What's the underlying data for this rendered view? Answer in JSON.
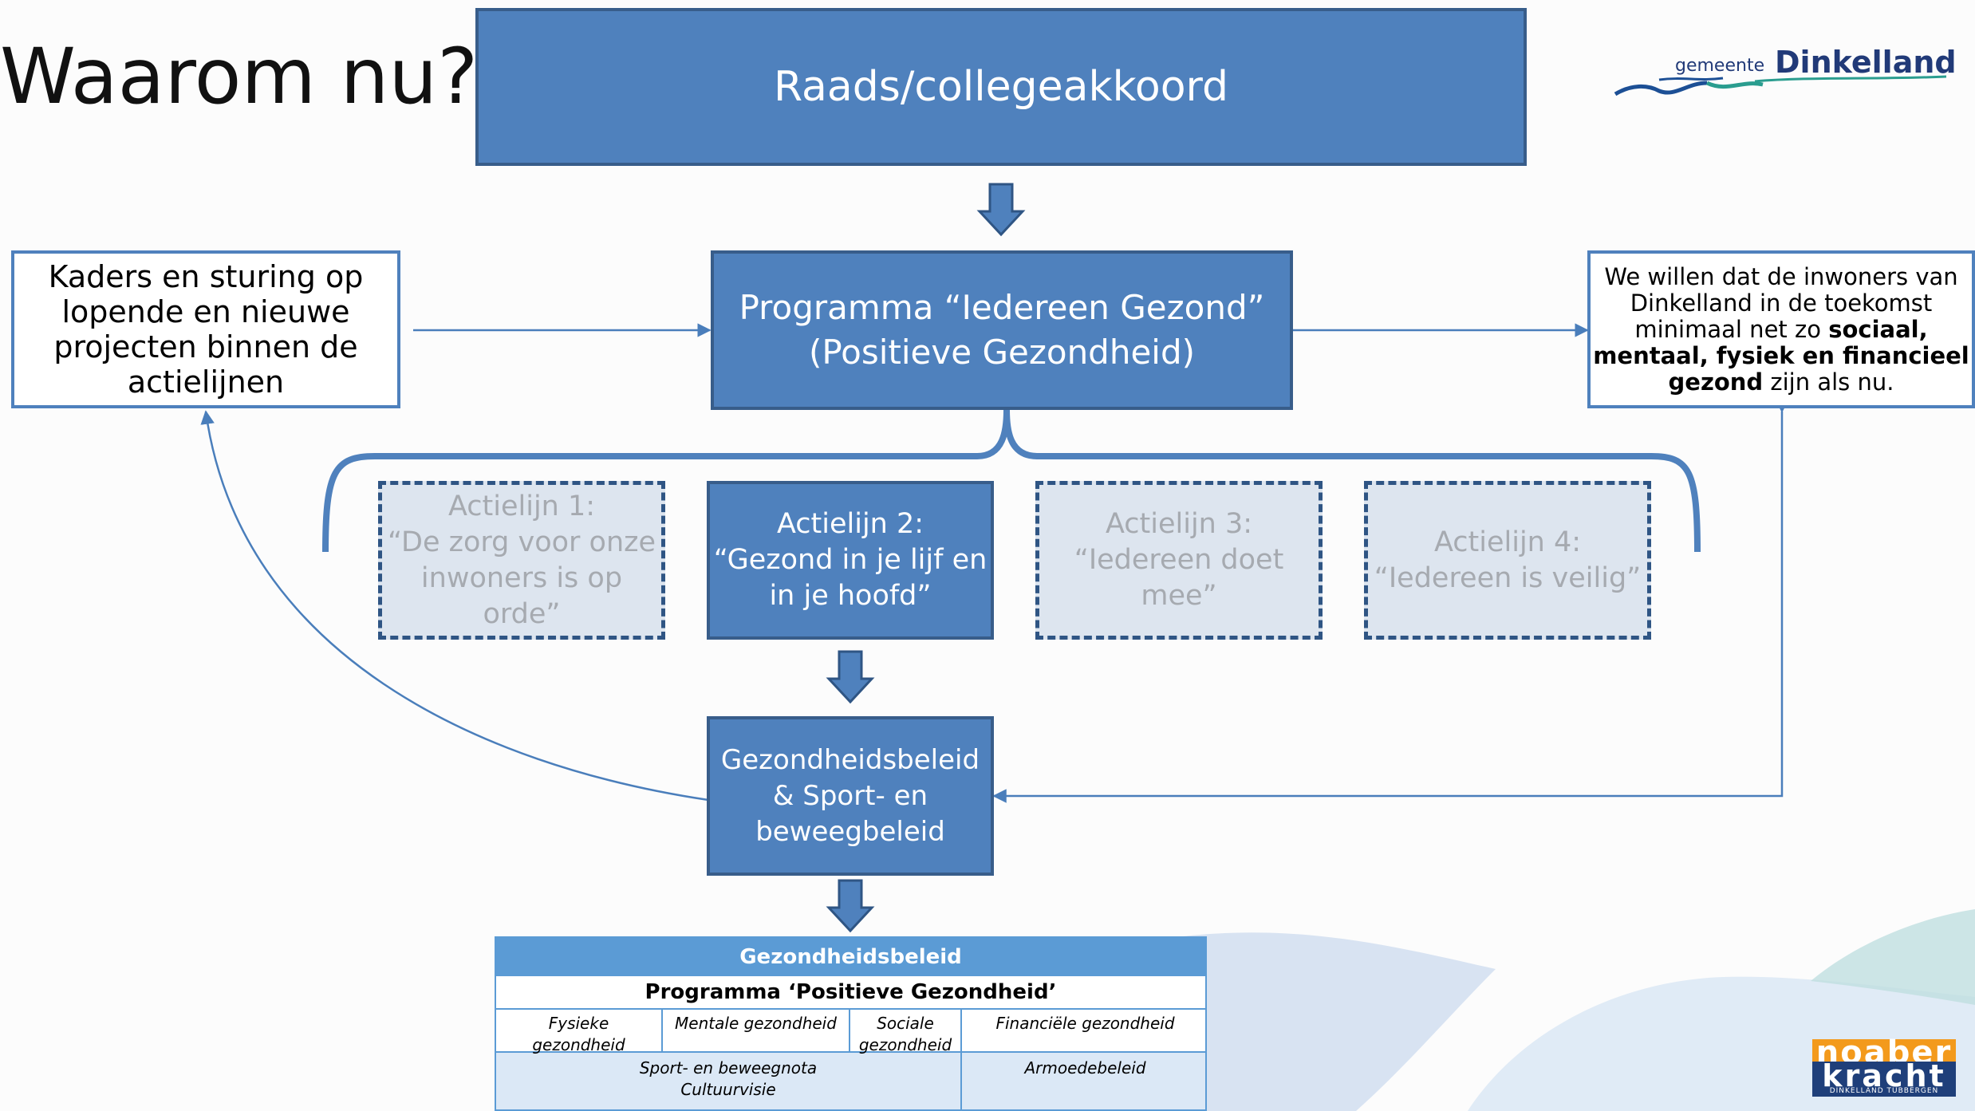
{
  "slide": {
    "title": "Waarom nu?"
  },
  "boxes": {
    "top": "Raads/collegeakkoord",
    "programma": [
      "Programma “Iedereen Gezond”",
      "(Positieve Gezondheid)"
    ],
    "kaders": [
      "Kaders en sturing op",
      "lopende en nieuwe",
      "projecten binnen de",
      "actielijnen"
    ],
    "doel": {
      "line1": "We willen dat de inwoners van",
      "line2": "Dinkelland in de toekomst",
      "line3_plain": "minimaal net zo ",
      "line3_bold": "sociaal,",
      "line4_bold": "mentaal, fysiek en financieel",
      "line5_bold": "gezond",
      "line5_plain": " zijn als nu."
    },
    "actielijnen": [
      [
        "Actielijn 1:",
        "“De zorg voor onze",
        "inwoners is op orde”"
      ],
      [
        "Actielijn 2:",
        "“Gezond in je lijf en",
        "in je hoofd”"
      ],
      [
        "Actielijn 3:",
        "“Iedereen doet",
        "mee”"
      ],
      [
        "Actielijn 4:",
        "“Iedereen is veilig”"
      ]
    ],
    "beleid": [
      "Gezondheidsbeleid",
      "& Sport- en",
      "beweegbeleid"
    ]
  },
  "table": {
    "header": "Gezondheidsbeleid",
    "programma": "Programma ‘Positieve Gezondheid’",
    "row1": [
      "Fysieke gezondheid",
      "Mentale gezondheid",
      "Sociale gezondheid",
      "Financiële gezondheid"
    ],
    "row2_left": [
      "Sport- en beweegnota",
      "Cultuurvisie"
    ],
    "row2_right": "Armoedebeleid"
  },
  "logos": {
    "dinkelland_small": "gemeente",
    "dinkelland_big": "Dinkelland",
    "noaber_top": "noaber",
    "noaber_bottom": "kracht",
    "noaber_sub": "DINKELLAND TUBBERGEN"
  },
  "colors": {
    "box_fill": "#4f81bd",
    "box_border": "#385d8a",
    "dashed_fill": "#dde5ef",
    "dashed_border": "#2f5584",
    "connector": "#4a7ebb",
    "table_header": "#5b9bd5",
    "noaber_orange": "#f39a1c",
    "noaber_blue": "#1f3f7a"
  }
}
